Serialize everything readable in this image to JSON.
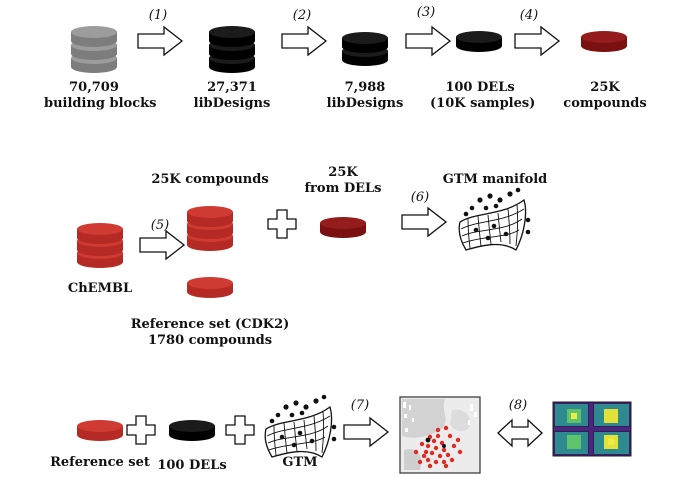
{
  "row1": {
    "step1": "(1)",
    "step2": "(2)",
    "step3": "(3)",
    "step4": "(4)",
    "label1_line1": "70,709",
    "label1_line2": "building blocks",
    "label2_line1": "27,371",
    "label2_line2": "libDesigns",
    "label3_line1": "7,988",
    "label3_line2": "libDesigns",
    "label4_line1": "100 DELs",
    "label4_line2": "(10K samples)",
    "label5_line1": "25K",
    "label5_line2": "compounds"
  },
  "row2": {
    "step5": "(5)",
    "step6": "(6)",
    "chembl_label": "ChEMBL",
    "compounds_label": "25K compounds",
    "dels_line1": "25K",
    "dels_line2": "from DELs",
    "gtm_label": "GTM manifold",
    "reference_line1": "Reference set (CDK2)",
    "reference_line2": "1780 compounds"
  },
  "row3": {
    "step7": "(7)",
    "step8": "(8)",
    "reference_label": "Reference set",
    "dels_label": "100 DELs",
    "gtm_label": "GTM"
  },
  "colors": {
    "grey": "#8a8a8a",
    "black": "#0a0a0a",
    "red": "#c0312b",
    "dark_red": "#8b1414"
  }
}
